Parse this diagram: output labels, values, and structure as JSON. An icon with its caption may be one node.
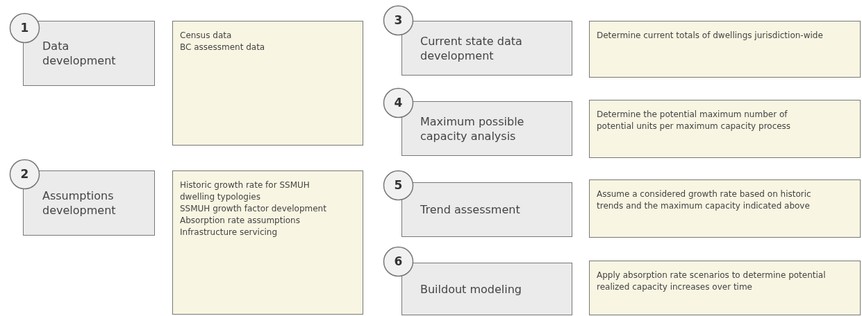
{
  "diagram": {
    "nodes": [
      {
        "text": [
          "1"
        ]
      },
      {
        "text": [
          "Data development"
        ]
      },
      {
        "text": [
          "Census data",
          "BC assessment data"
        ]
      },
      {
        "text": [
          "2"
        ]
      },
      {
        "text": [
          "Assumptions development"
        ]
      },
      {
        "text": [
          "Historic growth rate for SSMUH dwelling typologies",
          "SSMUH growth factor development",
          "Absorption rate assumptions",
          "Infrastructure servicing"
        ]
      },
      {
        "text": [
          "3"
        ]
      },
      {
        "text": [
          "Current state data development"
        ]
      },
      {
        "text": [
          "Determine current totals of dwellings jurisdiction-wide"
        ]
      },
      {
        "text": [
          "4"
        ]
      },
      {
        "text": [
          "Maximum possible capacity analysis"
        ]
      },
      {
        "text": [
          "Determine the potential maximum number of potential units per maximum capacity process"
        ]
      },
      {
        "text": [
          "5"
        ]
      },
      {
        "text": [
          "Trend assessment"
        ]
      },
      {
        "text": [
          "Assume a considered growth rate based on historic trends and the maximum capacity indicated above"
        ]
      },
      {
        "text": [
          "6"
        ]
      },
      {
        "text": [
          "Buildout modeling"
        ]
      },
      {
        "text": [
          "Apply absorption rate scenarios to determine potential realized capacity increases over time"
        ]
      }
    ]
  }
}
